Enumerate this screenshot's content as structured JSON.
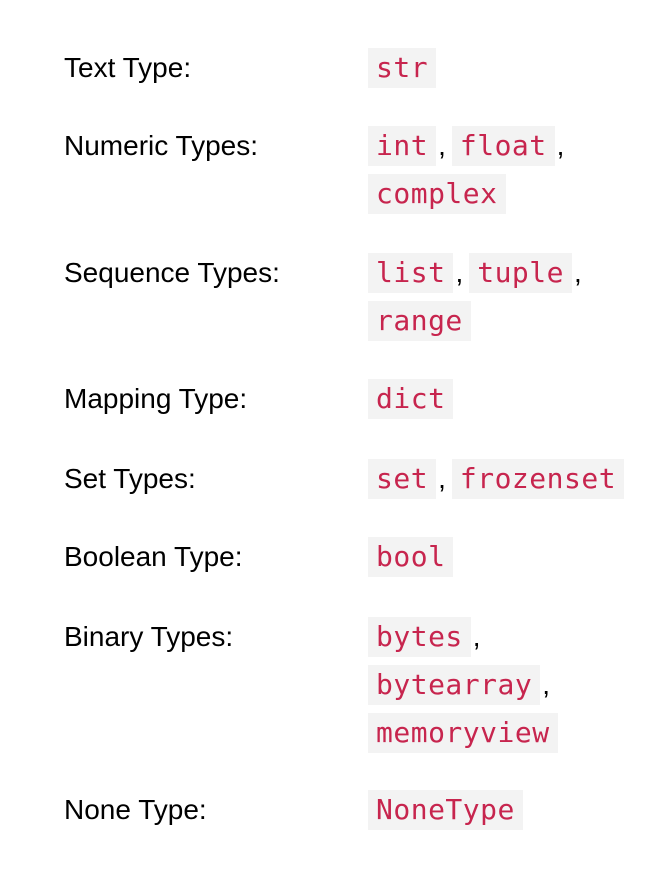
{
  "colors": {
    "code_text": "#c7254e",
    "code_background": "#f3f3f3",
    "label_text": "#000000"
  },
  "rows": [
    {
      "label": "Text Type:",
      "lines": [
        [
          {
            "code": "str"
          }
        ]
      ]
    },
    {
      "label": "Numeric Types:",
      "lines": [
        [
          {
            "code": "int",
            "sep": ","
          },
          {
            "code": "float",
            "sep": ","
          }
        ],
        [
          {
            "code": "complex"
          }
        ]
      ]
    },
    {
      "label": "Sequence Types:",
      "lines": [
        [
          {
            "code": "list",
            "sep": ","
          },
          {
            "code": "tuple",
            "sep": ","
          }
        ],
        [
          {
            "code": "range"
          }
        ]
      ]
    },
    {
      "label": "Mapping Type:",
      "lines": [
        [
          {
            "code": "dict"
          }
        ]
      ]
    },
    {
      "label": "Set Types:",
      "lines": [
        [
          {
            "code": "set",
            "sep": ","
          },
          {
            "code": "frozenset"
          }
        ]
      ]
    },
    {
      "label": "Boolean Type:",
      "lines": [
        [
          {
            "code": "bool"
          }
        ]
      ]
    },
    {
      "label": "Binary Types:",
      "lines": [
        [
          {
            "code": "bytes",
            "sep": ","
          }
        ],
        [
          {
            "code": "bytearray",
            "sep": ","
          }
        ],
        [
          {
            "code": "memoryview"
          }
        ]
      ]
    },
    {
      "label": "None Type:",
      "lines": [
        [
          {
            "code": "NoneType"
          }
        ]
      ]
    }
  ]
}
